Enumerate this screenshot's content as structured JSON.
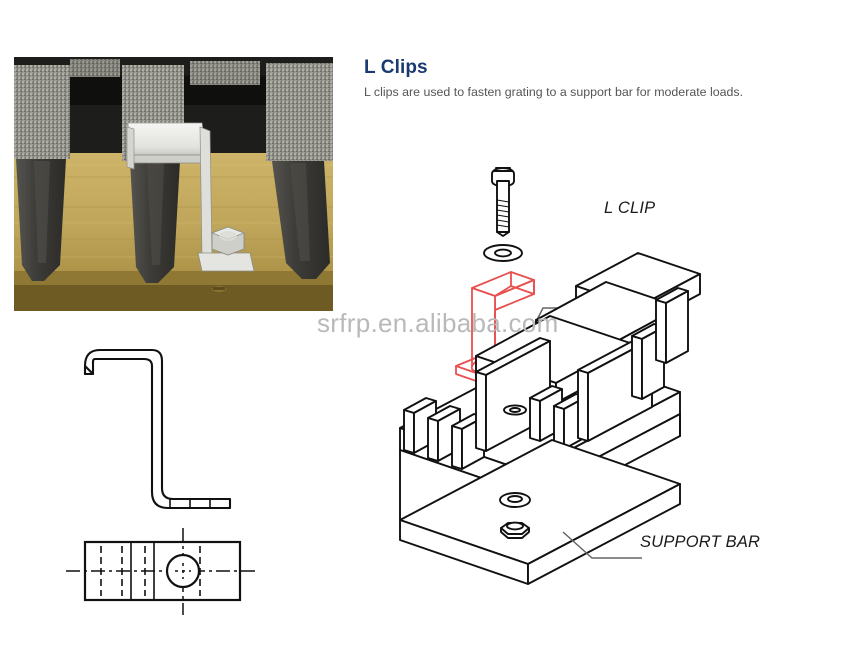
{
  "header": {
    "title": "L Clips",
    "subtitle": "L clips are used to fasten grating to a support bar for moderate loads.",
    "title_color": "#1b3a72",
    "subtitle_color": "#555555"
  },
  "watermark": {
    "text": "srfrp.en.alibaba.com",
    "color": "#b9b9b9"
  },
  "callouts": {
    "l_clip": "L CLIP",
    "support_bar": "SUPPORT BAR"
  },
  "photo": {
    "name": "l-clip-installed-on-grating-photo",
    "description": "Close-up photograph of a stainless L clip installed over a grating bearing bar on a tan support bar, with a hex bolt head visible to the right.",
    "colors": {
      "support_bar": "#c2a85c",
      "support_bar_shadow": "#8a6f26",
      "grating_top": "#9a9a92",
      "grating_bar": "#4a4a46",
      "clip_metal": "#eeeeec",
      "gap_dark": "#1b1b1b"
    }
  },
  "drawings": {
    "side_view": {
      "name": "l-clip-side-profile-view",
      "description": "Orthographic side profile of the L clip showing the hooked top flange, tall web and flat base foot."
    },
    "plan_view": {
      "name": "l-clip-plan-view",
      "description": "Orthographic plan view of the L clip footplate with hidden dashed bend lines, centerlines and a bolt hole."
    },
    "assembly": {
      "name": "l-clip-assembly-isometric",
      "description": "Isometric exploded assembly: round-head bolt and washer above a red L clip, fibreglass grating panel and angle support bar with washer and hex nut.",
      "clip_color": "#e8504f",
      "line_color": "#111111",
      "leader_color": "#555555"
    }
  }
}
